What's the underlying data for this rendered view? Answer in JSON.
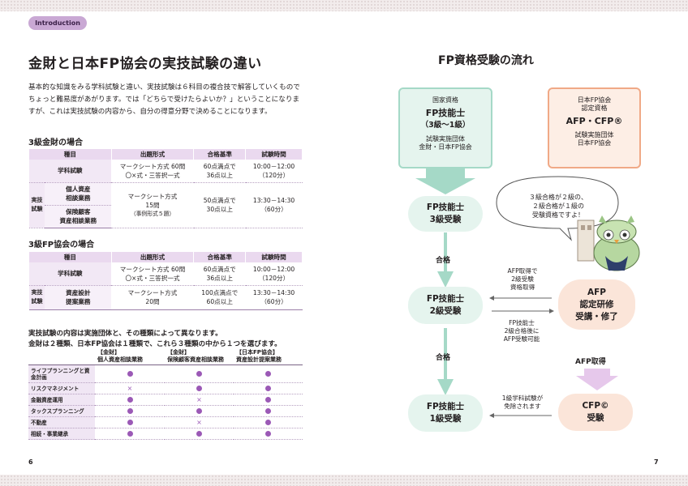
{
  "header": {
    "tab_label": "Introduction"
  },
  "left": {
    "title": "金財と日本FP協会の実技試験の違い",
    "intro": "基本的な知識をみる学科試験と違い、実技試験は６科目の複合技で解答していくものでちょっと難易度があがります。では「どちらで受けたらよいか？」ということになりますが、これは実技試験の内容から、自分の得意分野で決めることになります。",
    "table1": {
      "heading": "3級金財の場合",
      "headers": [
        "種目",
        "出題形式",
        "合格基準",
        "試験時間"
      ],
      "row1": {
        "category": "学科試験",
        "format": "マークシート方式 60問\n〇×式・三答択一式",
        "criteria": "60点満点で\n36点以上",
        "time": "10:00－12:00\n（120分）"
      },
      "row2": {
        "category": "実技試験",
        "sub1": "個人資産\n相談業務",
        "sub2": "保険顧客\n資産相談業務",
        "format": "マークシート方式\n15問",
        "format_note": "（事例形式５題）",
        "criteria": "50点満点で\n30点以上",
        "time": "13:30－14:30\n（60分）"
      }
    },
    "table2": {
      "heading": "3級FP協会の場合",
      "headers": [
        "種目",
        "出題形式",
        "合格基準",
        "試験時間"
      ],
      "row1": {
        "category": "学科試験",
        "format": "マークシート方式 60問\n〇×式・三答択一式",
        "criteria": "60点満点で\n36点以上",
        "time": "10:00－12:00\n（120分）"
      },
      "row2": {
        "category": "実技試験",
        "sub1": "資産設計\n提案業務",
        "format": "マークシート方式\n20問",
        "criteria": "100点満点で\n60点以上",
        "time": "13:30－14:30\n（60分）"
      }
    },
    "note": "実技試験の内容は実施団体と、その種類によって異なります。\n金財は２種類、日本FP協会は１種類で、これら３種類の中から１つを選びます。",
    "grid": {
      "headers": [
        "【金財】\n個人資産相談業務",
        "【金財】\n保険顧客資産相談業務",
        "【日本FP協会】\n資産設計提案業務"
      ],
      "rows": [
        {
          "label": "ライフプランニングと資金計画",
          "marks": [
            "●",
            "●",
            "●"
          ]
        },
        {
          "label": "リスクマネジメント",
          "marks": [
            "×",
            "●",
            "●"
          ]
        },
        {
          "label": "金融資産運用",
          "marks": [
            "●",
            "×",
            "●"
          ]
        },
        {
          "label": "タックスプランニング",
          "marks": [
            "●",
            "●",
            "●"
          ]
        },
        {
          "label": "不動産",
          "marks": [
            "●",
            "×",
            "●"
          ]
        },
        {
          "label": "相続・事業継承",
          "marks": [
            "●",
            "●",
            "●"
          ]
        }
      ]
    },
    "page_number": "6"
  },
  "right": {
    "title": "FP資格受験の流れ",
    "national_box": {
      "line1": "国家資格",
      "line2": "FP技能士",
      "line3": "（3級〜1級）",
      "line4": "試験実施団体",
      "line5": "金財・日本FP協会"
    },
    "assoc_box": {
      "line1": "日本FP協会",
      "line2": "認定資格",
      "line3": "AFP・CFP®",
      "line4": "試験実施団体",
      "line5": "日本FP協会"
    },
    "step3": {
      "line1": "FP技能士",
      "line2": "3級受験"
    },
    "step2": {
      "line1": "FP技能士",
      "line2": "2級受験"
    },
    "step1": {
      "line1": "FP技能士",
      "line2": "1級受験"
    },
    "afp_training": {
      "line1": "AFP",
      "line2": "認定研修",
      "line3": "受講・修了"
    },
    "cfp": {
      "line1": "CFP©",
      "line2": "受験"
    },
    "pass_label_1": "合格",
    "pass_label_2": "合格",
    "afp_get_label": "AFP取得",
    "note_afp_to_2": "AFP取得で\n2級受験\n資格取得",
    "note_2_to_afp": "FP技能士\n2級合格後に\nAFP受験可能",
    "note_cfp_to_1": "1級学科試験が\n免除されます",
    "speech": "３級合格が２級の、\n２級合格が１級の\n受験資格ですよ！",
    "page_number": "7",
    "colors": {
      "green": "#a5d9c7",
      "pink": "#f0a986",
      "purple": "#c9a8d4"
    }
  }
}
